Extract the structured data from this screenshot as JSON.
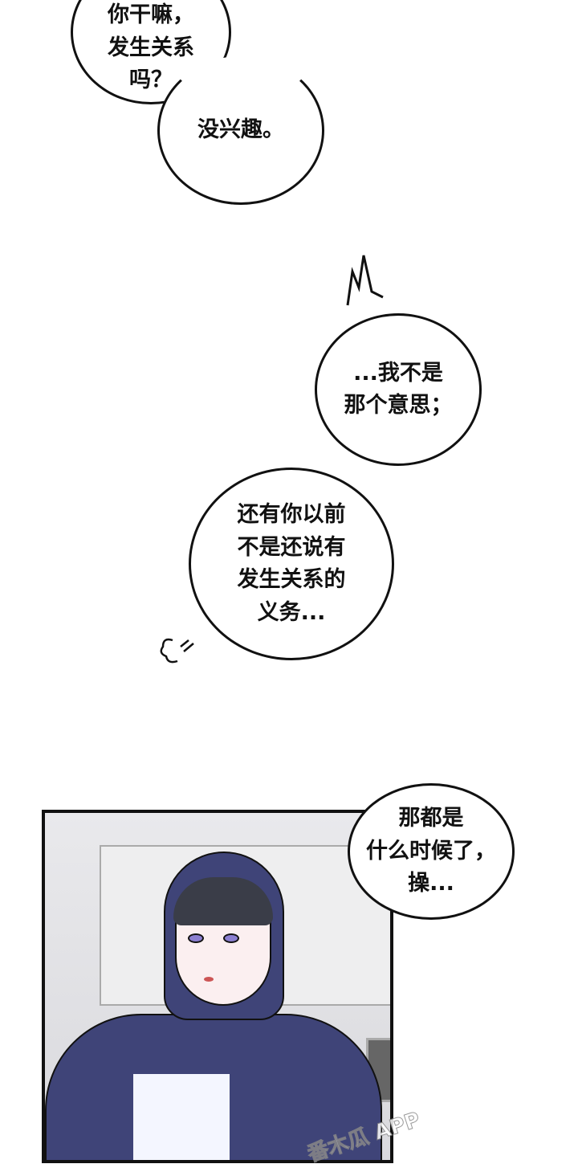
{
  "bubbles": [
    {
      "text": "你干嘛，\n发生关系\n吗？"
    },
    {
      "text": "没兴趣。"
    },
    {
      "text": "...我不是\n那个意思；"
    },
    {
      "text": "还有你以前\n不是还说有\n发生关系的\n义务..."
    },
    {
      "text": "那都是\n什么时候了，\n操..."
    }
  ],
  "watermark": "番木瓜 APP",
  "colors": {
    "hoodie": "#3f4478",
    "background": "#ffffff",
    "ink": "#111111"
  }
}
